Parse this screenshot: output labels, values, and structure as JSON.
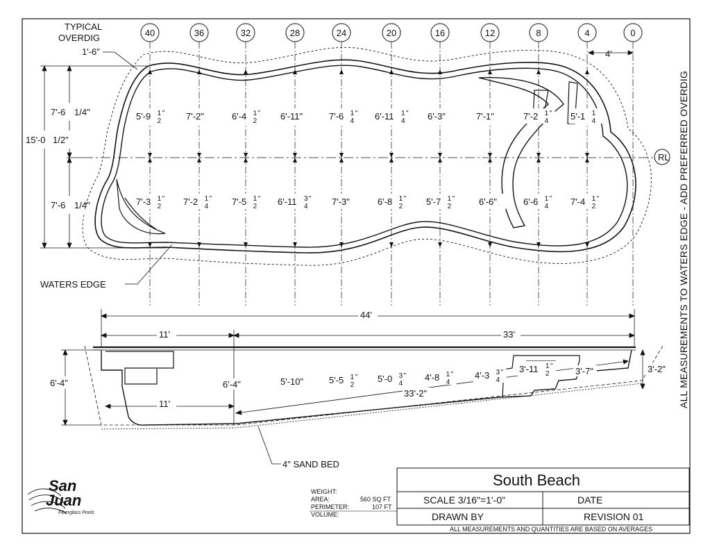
{
  "title_block": {
    "pool_name": "South Beach",
    "scale": "SCALE 3/16\"=1'-0\"",
    "date_label": "DATE",
    "drawn_by_label": "DRAWN BY",
    "revision": "REVISION 01",
    "footer_note": "ALL MEASUREMENTS AND QUANTITIES ARE BASED ON AVERAGES"
  },
  "specs": {
    "weight_label": "WEIGHT:",
    "area_label": "AREA:",
    "area_value": "560 SQ FT",
    "perimeter_label": "PERIMETER:",
    "perimeter_value": "107 FT",
    "volume_label": "VOLUME:"
  },
  "logo": {
    "line1": "San",
    "line2": "Juan",
    "tagline": "Fiberglass Pools"
  },
  "side_note": "ALL MEASUREMENTS TO WATERS EDGE - ADD PREFERRED OVERDIG",
  "plan": {
    "overdig_label_1": "TYPICAL",
    "overdig_label_2": "OVERDIG",
    "overdig_dim": "1'-6\"",
    "waters_edge_label": "WATERS EDGE",
    "stations": [
      "40",
      "36",
      "32",
      "28",
      "24",
      "20",
      "16",
      "12",
      "8",
      "4",
      "0"
    ],
    "offset_dim": "4'",
    "rl_mark": "RL",
    "overall_width": "15'-0",
    "overall_width_frac": "1/2\"",
    "half_width_top": "7'-6",
    "half_width_top_frac": "1/4\"",
    "half_width_bottom": "7'-6",
    "half_width_bottom_frac": "1/4\"",
    "top_row": [
      {
        "whole": "5'-9",
        "num": "1",
        "den": "2",
        "unit": "\""
      },
      {
        "whole": "7'-2\"",
        "num": "",
        "den": "",
        "unit": ""
      },
      {
        "whole": "6'-4",
        "num": "1",
        "den": "2",
        "unit": "\""
      },
      {
        "whole": "6'-11\"",
        "num": "",
        "den": "",
        "unit": ""
      },
      {
        "whole": "7'-6",
        "num": "1",
        "den": "4",
        "unit": "\""
      },
      {
        "whole": "6'-11",
        "num": "1",
        "den": "4",
        "unit": "\""
      },
      {
        "whole": "6'-3\"",
        "num": "",
        "den": "",
        "unit": ""
      },
      {
        "whole": "7'-1\"",
        "num": "",
        "den": "",
        "unit": ""
      },
      {
        "whole": "7'-2",
        "num": "1",
        "den": "4",
        "unit": "\""
      },
      {
        "whole": "5'-1",
        "num": "1",
        "den": "4",
        "unit": ""
      }
    ],
    "bottom_row": [
      {
        "whole": "7'-3",
        "num": "1",
        "den": "2",
        "unit": "\""
      },
      {
        "whole": "7'-2",
        "num": "1",
        "den": "4",
        "unit": "\""
      },
      {
        "whole": "7'-5",
        "num": "1",
        "den": "2",
        "unit": "\""
      },
      {
        "whole": "6'-11",
        "num": "3",
        "den": "4",
        "unit": "\""
      },
      {
        "whole": "7'-3\"",
        "num": "",
        "den": "",
        "unit": ""
      },
      {
        "whole": "6'-8",
        "num": "1",
        "den": "2",
        "unit": "\""
      },
      {
        "whole": "5'-7",
        "num": "1",
        "den": "2",
        "unit": "\""
      },
      {
        "whole": "6'-6\"",
        "num": "",
        "den": "",
        "unit": ""
      },
      {
        "whole": "6'-6",
        "num": "1",
        "den": "4",
        "unit": "\""
      },
      {
        "whole": "7'-4",
        "num": "1",
        "den": "2",
        "unit": "\""
      }
    ]
  },
  "section": {
    "overall_length": "44'",
    "shallow_length": "11'",
    "deep_length": "33'",
    "shallow_floor_length": "11'",
    "slope_length": "33'-2\"",
    "deep_depth": "6'-4\"",
    "depth_at_break": "6'-4\"",
    "shallow_end_depth": "3'-2\"",
    "step_depth": "3'-7\"",
    "sand_bed_label": "4\" SAND BED",
    "depths": [
      {
        "whole": "5'-10\"",
        "num": "",
        "den": "",
        "unit": ""
      },
      {
        "whole": "5'-5",
        "num": "1",
        "den": "2",
        "unit": "\""
      },
      {
        "whole": "5'-0",
        "num": "3",
        "den": "4",
        "unit": "\""
      },
      {
        "whole": "4'-8",
        "num": "1",
        "den": "4",
        "unit": "\""
      },
      {
        "whole": "4'-3",
        "num": "3",
        "den": "4",
        "unit": "\""
      },
      {
        "whole": "3'-11",
        "num": "1",
        "den": "2",
        "unit": "\""
      }
    ]
  }
}
